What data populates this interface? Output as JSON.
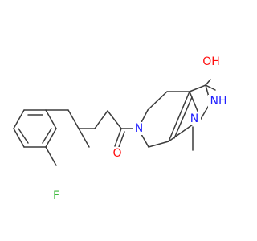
{
  "molecule": {
    "atoms": {
      "fluorine": "F",
      "carbonyl_oxygen": "O",
      "hydroxyl": "OH",
      "ring_nitrogen": "N",
      "pyrazole_n_methyl": "N",
      "pyrazole_nh": "NH"
    }
  },
  "colors": {
    "bond": "#3c3c3c",
    "fluorine": "#3bb83b",
    "oxygen": "#ff0d0d",
    "nitrogen": "#2020ff"
  }
}
